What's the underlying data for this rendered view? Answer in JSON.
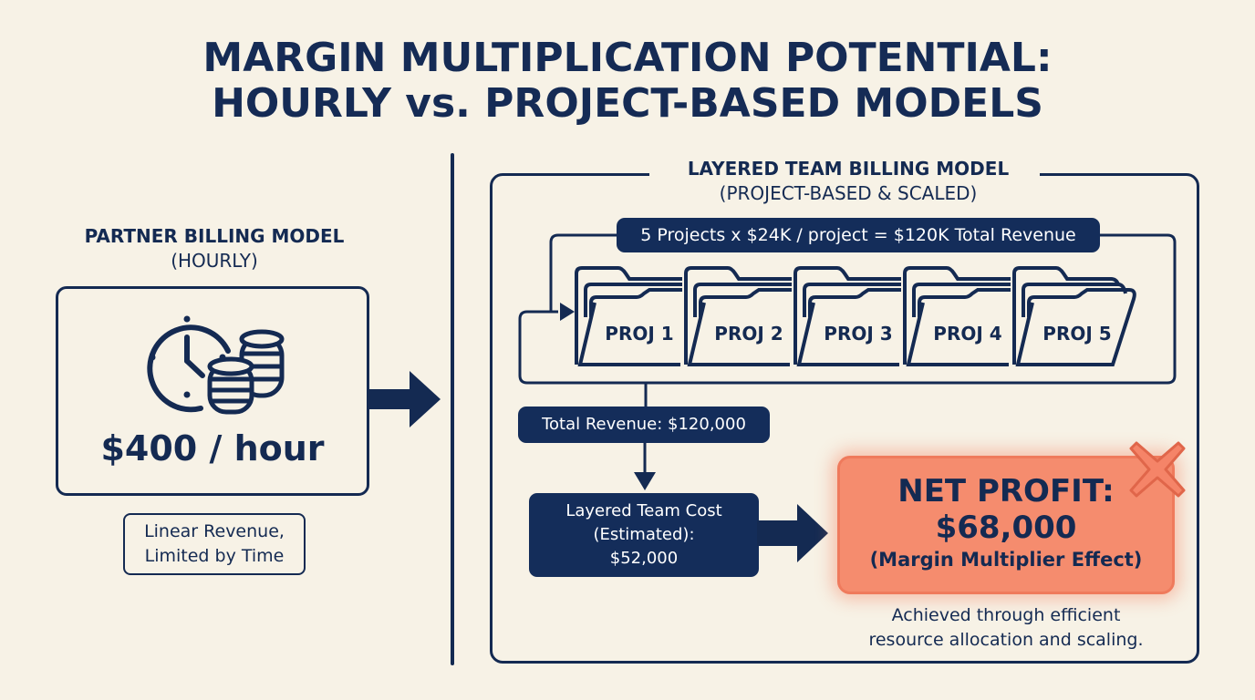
{
  "title": {
    "line1": "MARGIN MULTIPLICATION POTENTIAL:",
    "line2": "HOURLY vs. PROJECT-BASED MODELS"
  },
  "left_panel": {
    "heading": "PARTNER BILLING MODEL",
    "subheading": "(HOURLY)",
    "icons": [
      "clock-icon",
      "coin-stack-icon"
    ],
    "rate": "$400 / hour",
    "note_line1": "Linear Revenue,",
    "note_line2": "Limited by Time"
  },
  "right_panel": {
    "heading": "LAYERED TEAM BILLING MODEL",
    "subheading": "(PROJECT-BASED & SCALED)",
    "formula": "5 Projects x $24K / project = $120K Total Revenue",
    "projects": [
      "PROJ 1",
      "PROJ 2",
      "PROJ 3",
      "PROJ 4",
      "PROJ 5"
    ],
    "total_revenue": "Total Revenue: $120,000",
    "cost_line1": "Layered Team Cost",
    "cost_line2": "(Estimated):",
    "cost_line3": "$52,000",
    "profit_title": "NET PROFIT:",
    "profit_value": "$68,000",
    "profit_sub": "(Margin Multiplier Effect)",
    "caption_line1": "Achieved through efficient",
    "caption_line2": "resource allocation and scaling."
  },
  "colors": {
    "background": "#f7f2e6",
    "navy": "#142a52",
    "profit_fill": "#f58c6e",
    "x_mark": "#f07c62"
  }
}
